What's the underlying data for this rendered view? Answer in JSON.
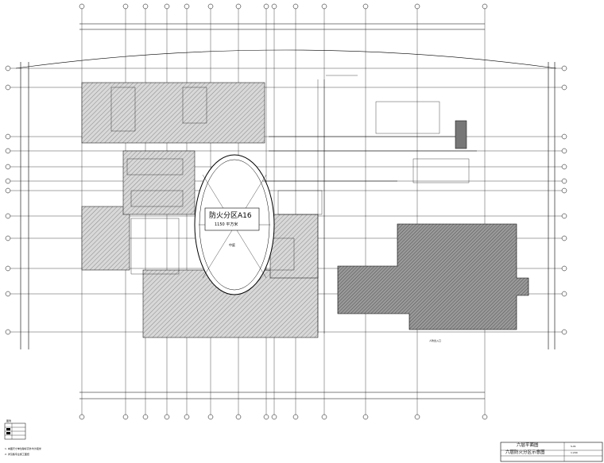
{
  "zone_label": "防火分区A16",
  "zone_subtext": "1150 平方米",
  "atrium_label": "中庭",
  "title_block": {
    "line1": "六层平面图",
    "line2": "六层防火分区示意图",
    "scale": "1:200",
    "sheet": "S-01"
  },
  "legend": {
    "title": "图例",
    "notes": [
      "1. 本图尺寸单位除标高外均为毫米",
      "2. 详见各专业施工图纸"
    ]
  },
  "annotation": "人防出入口"
}
